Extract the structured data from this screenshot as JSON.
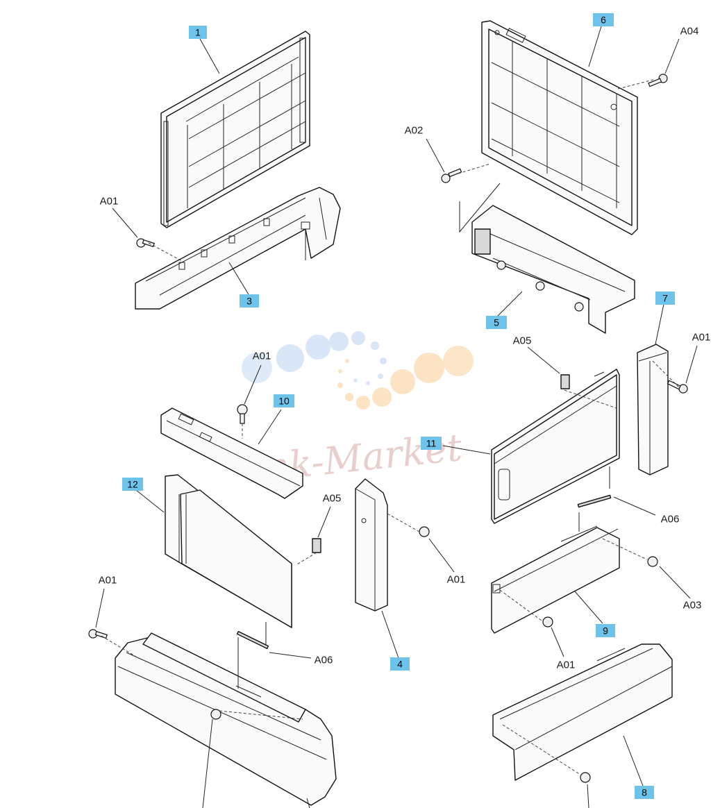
{
  "callouts": [
    "1",
    "3",
    "6",
    "5",
    "7",
    "10",
    "11",
    "12",
    "4",
    "9",
    "8"
  ],
  "labels": {
    "a04": "A04",
    "a02": "A02",
    "a01_top": "A01",
    "a05_right": "A05",
    "a01_right": "A01",
    "a01_mid": "A01",
    "a05_left": "A05",
    "a06_right": "A06",
    "a01_c4": "A01",
    "a03": "A03",
    "a01_left": "A01",
    "a06_left": "A06",
    "a01_p9": "A01"
  },
  "watermark": {
    "text": "Ink-Market",
    "colors": {
      "blue": "#c9dcf3",
      "orange": "#fbe0bd",
      "pink": "#d8a7a7"
    }
  },
  "colors": {
    "callout": "#6ec3ea",
    "line": "#111111"
  }
}
